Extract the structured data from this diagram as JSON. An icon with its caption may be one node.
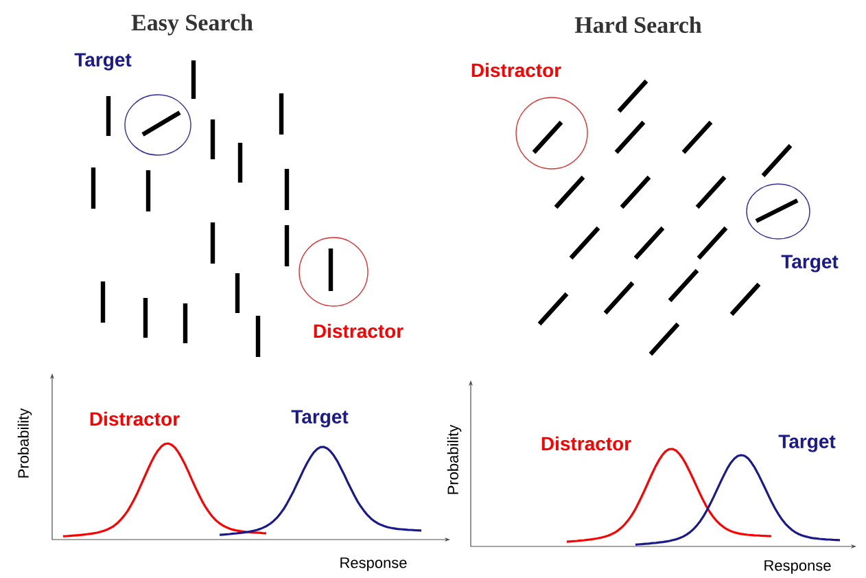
{
  "diagram": {
    "nodes": [
      {
        "text": [],
        "shape": "circle",
        "beside": [
          "Target"
        ]
      },
      {
        "text": [],
        "shape": "circle",
        "beside": [
          "Distractor"
        ]
      },
      {
        "text": [],
        "shape": "circle",
        "beside": [
          "Distractor"
        ]
      },
      {
        "text": [],
        "shape": "circle",
        "beside": [
          "Target"
        ]
      }
    ],
    "labels": [
      "Easy Search",
      "Hard Search",
      "Probability",
      "Distractor",
      "Target",
      "Response",
      "Probability",
      "Distractor",
      "Target",
      "Response"
    ]
  }
}
